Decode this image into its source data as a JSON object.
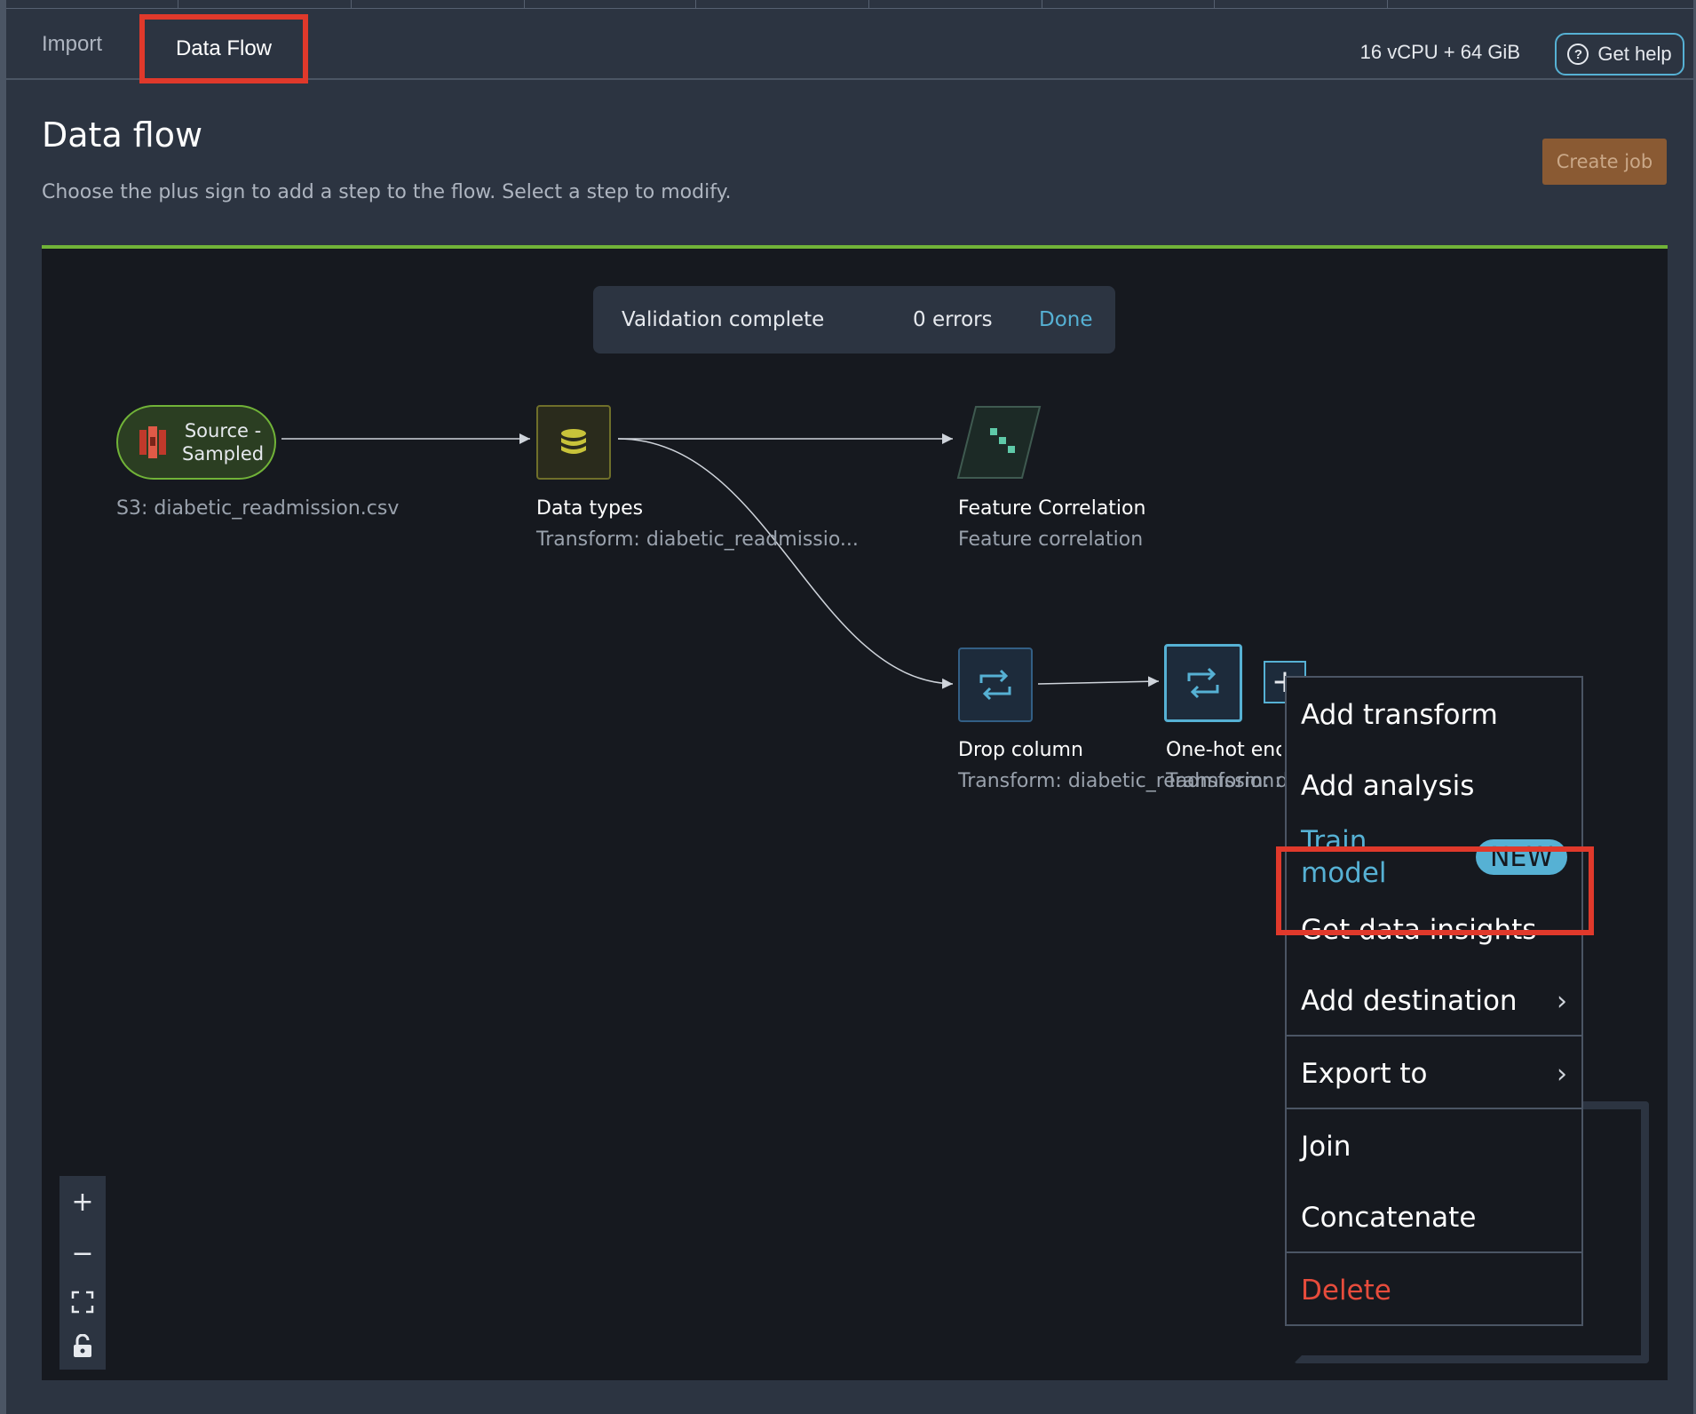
{
  "tabs": [
    {
      "label": "Import"
    },
    {
      "label": "Data Flow"
    }
  ],
  "header": {
    "resources": "16 vCPU + 64 GiB",
    "help_label": "Get help",
    "title": "Data flow",
    "subtitle": "Choose the plus sign to add a step to the flow. Select a step to modify.",
    "create_job_label": "Create job"
  },
  "validation": {
    "status": "Validation complete",
    "errors": "0 errors",
    "done_label": "Done"
  },
  "nodes": {
    "source": {
      "text_line1": "Source -",
      "text_line2": "Sampled",
      "sub": "S3: diabetic_readmission.csv"
    },
    "data_types": {
      "name": "Data types",
      "sub": "Transform: diabetic_readmissio..."
    },
    "feature_correlation": {
      "name": "Feature Correlation",
      "sub": "Feature correlation"
    },
    "drop_column": {
      "name": "Drop column",
      "sub": "Transform: diabetic_readmission: d"
    },
    "one_hot": {
      "name": "One-hot enco",
      "sub": "Transform: d"
    }
  },
  "menu": {
    "items": [
      {
        "label": "Add transform"
      },
      {
        "label": "Add analysis"
      },
      {
        "label": "Train model",
        "badge": "NEW"
      },
      {
        "label": "Get data insights"
      },
      {
        "label": "Add destination"
      },
      {
        "label": "Export to"
      },
      {
        "label": "Join"
      },
      {
        "label": "Concatenate"
      },
      {
        "label": "Delete"
      }
    ]
  },
  "colors": {
    "accent": "#56b1d4",
    "highlight_red": "#e0392b",
    "delete_red": "#e74c3c",
    "canvas_bg": "#16191f",
    "page_bg": "#2c3441",
    "green_bar": "#71b338"
  }
}
